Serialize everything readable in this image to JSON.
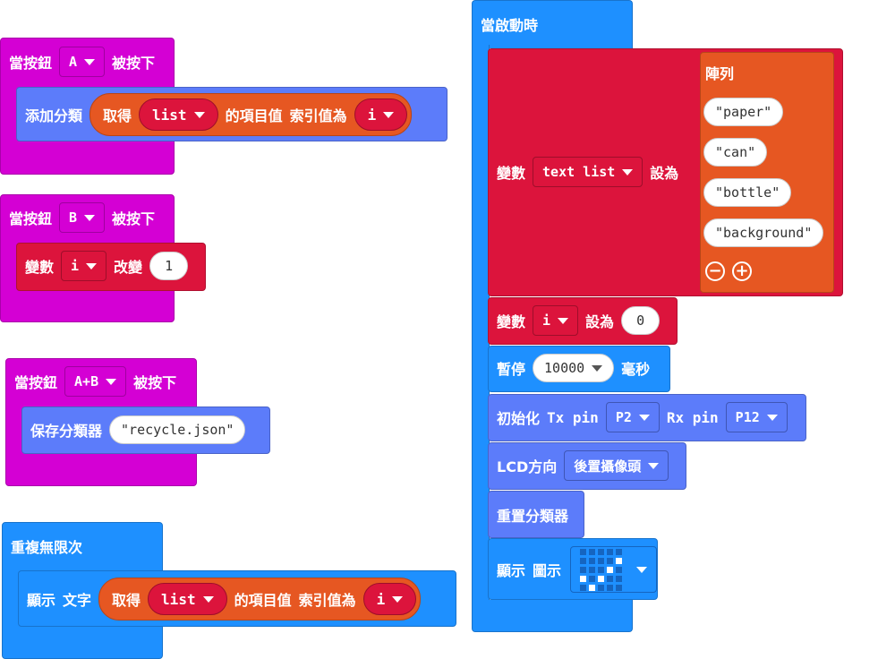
{
  "colors": {
    "event": "#d400d4",
    "basic": "#1e90ff",
    "classifier": "#5c7cfa",
    "variables": "#dc143c",
    "arrays": "#e65722"
  },
  "btnA": {
    "when": "當按鈕",
    "button": "A",
    "pressed": "被按下",
    "add": "添加分類",
    "get": "取得",
    "list": "list",
    "item": "的項目值",
    "index": "索引值為",
    "i": "i"
  },
  "btnB": {
    "when": "當按鈕",
    "button": "B",
    "pressed": "被按下",
    "variable": "變數",
    "i": "i",
    "change": "改變",
    "value": "1"
  },
  "btnAB": {
    "when": "當按鈕",
    "button": "A+B",
    "pressed": "被按下",
    "save": "保存分類器",
    "file": "\"recycle.json\""
  },
  "forever": {
    "title": "重複無限次",
    "show": "顯示",
    "text": "文字",
    "get": "取得",
    "list": "list",
    "item": "的項目值",
    "index": "索引值為",
    "i": "i"
  },
  "onstart": {
    "title": "當啟動時",
    "set1": {
      "variable": "變數",
      "name": "text list",
      "set": "設為",
      "array": "陣列",
      "items": [
        "\"paper\"",
        "\"can\"",
        "\"bottle\"",
        "\"background\""
      ],
      "remove": "−",
      "add": "+"
    },
    "set2": {
      "variable": "變數",
      "name": "i",
      "set": "設為",
      "value": "0"
    },
    "pause": {
      "label": "暫停",
      "value": "10000",
      "unit": "毫秒"
    },
    "init": {
      "label": "初始化",
      "tx": "Tx pin",
      "txval": "P2",
      "rx": "Rx pin",
      "rxval": "P12"
    },
    "lcd": {
      "label": "LCD方向",
      "value": "後置攝像頭"
    },
    "reset": {
      "label": "重置分類器"
    },
    "showicon": {
      "show": "顯示",
      "icon": "圖示",
      "leds": [
        [
          0,
          0,
          0,
          0,
          0
        ],
        [
          0,
          0,
          0,
          0,
          1
        ],
        [
          0,
          0,
          0,
          1,
          0
        ],
        [
          1,
          0,
          1,
          0,
          0
        ],
        [
          0,
          1,
          0,
          0,
          0
        ]
      ]
    }
  }
}
